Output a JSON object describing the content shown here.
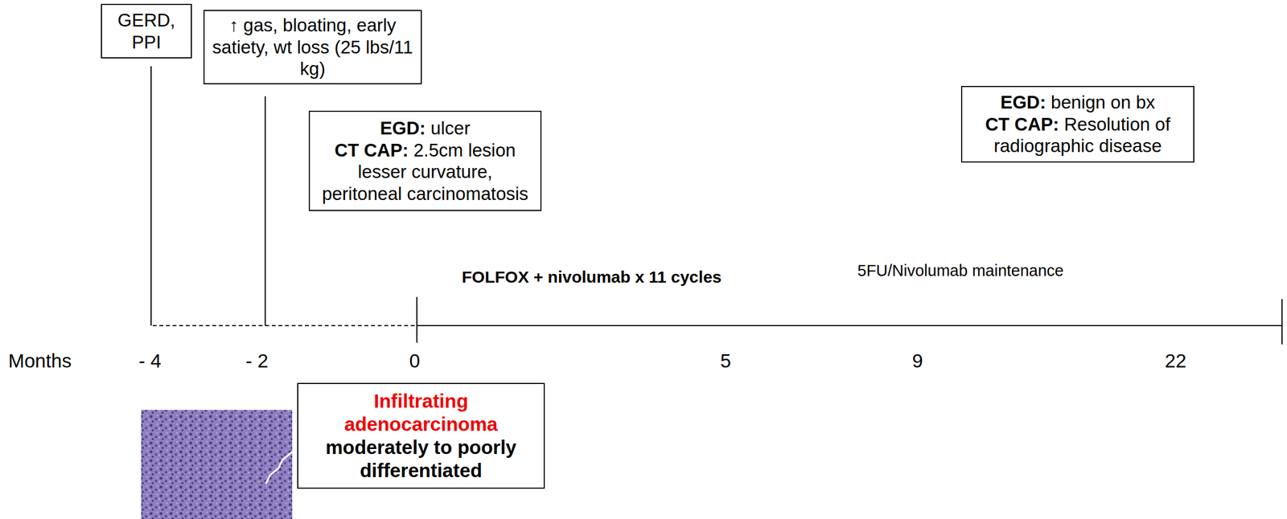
{
  "diagram": {
    "nodes": [
      {
        "text": [
          "GERD, PPI"
        ]
      },
      {
        "text": [
          "↑ gas, bloating, early satiety, wt loss (25 lbs/11 kg)"
        ]
      },
      {
        "text": [
          "EGD:",
          "ulcer",
          "CT CAP:",
          "2.5cm lesion lesser curvature, peritoneal carcinomatosis"
        ]
      },
      {
        "text": [
          "Infiltrating adenocarcinoma",
          "moderately to poorly differentiated"
        ]
      },
      {
        "text": [
          "EGD:",
          "benign on bx",
          "CT CAP:",
          "Resolution of radiographic disease"
        ]
      }
    ],
    "labels": [
      "FOLFOX + nivolumab x 11 cycles",
      "5FU/Nivolumab maintenance",
      "Months",
      "- 4",
      "- 2",
      "0",
      "5",
      "9",
      "22"
    ]
  }
}
